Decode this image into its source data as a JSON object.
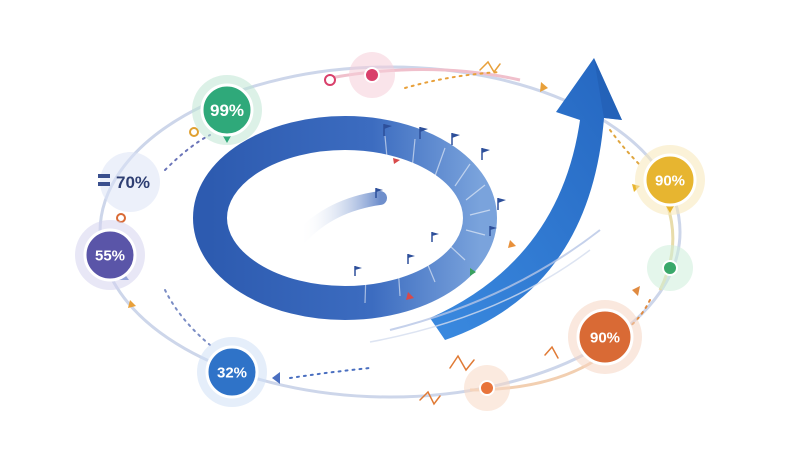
{
  "diagram": {
    "nodes": [
      {
        "id": "n1",
        "label": "99%",
        "color": "#2fa97a",
        "glow": "#bfe6d4"
      },
      {
        "id": "n2",
        "label": "70%",
        "color": "#c9d4f0",
        "glow": "#dde4f5"
      },
      {
        "id": "n3",
        "label": "55%",
        "color": "#5a55a8",
        "glow": "#d6d3ef"
      },
      {
        "id": "n4",
        "label": "32%",
        "color": "#2f73c8",
        "glow": "#cfe0f5"
      },
      {
        "id": "n5",
        "label": "90%",
        "color": "#d96a35",
        "glow": "#f6d5c3"
      },
      {
        "id": "n6",
        "label": "90%",
        "color": "#e7b530",
        "glow": "#f8e8b8"
      },
      {
        "id": "n7",
        "label": "",
        "color": "#39a86a",
        "glow": "#cdeedb"
      },
      {
        "id": "n8",
        "label": "",
        "color": "#d9406b",
        "glow": "#f6cdd8"
      },
      {
        "id": "n9",
        "label": "",
        "color": "#e8743b",
        "glow": "#f8d8c4"
      }
    ],
    "colors": {
      "ring_dark": "#2d5bb0",
      "ring_light": "#6f9ad8",
      "arrow_main": "#2f7fd8",
      "arrow_dark": "#2461b5",
      "orbit": "#c9d2e6",
      "orbit_warm": "#f0c9a8"
    }
  }
}
